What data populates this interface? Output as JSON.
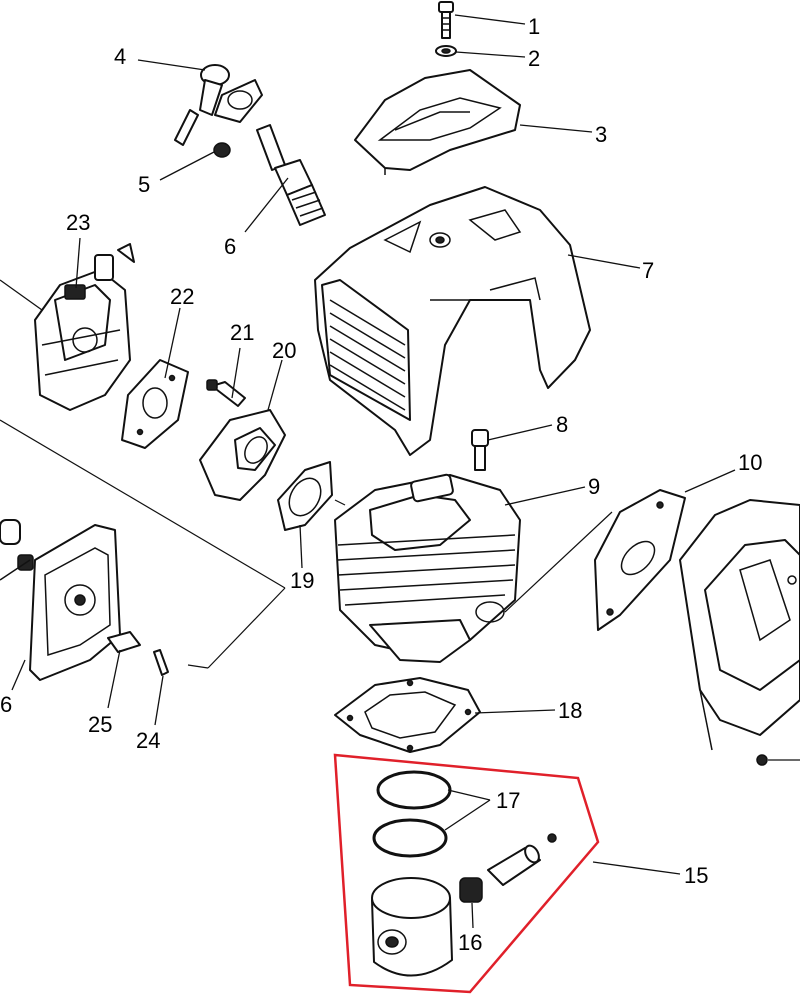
{
  "diagram": {
    "callouts": [
      {
        "key": "c1",
        "label": "1"
      },
      {
        "key": "c2",
        "label": "2"
      },
      {
        "key": "c3",
        "label": "3"
      },
      {
        "key": "c4",
        "label": "4"
      },
      {
        "key": "c5",
        "label": "5"
      },
      {
        "key": "c6",
        "label": "6"
      },
      {
        "key": "c6b",
        "label": "6"
      },
      {
        "key": "c7",
        "label": "7"
      },
      {
        "key": "c8",
        "label": "8"
      },
      {
        "key": "c9",
        "label": "9"
      },
      {
        "key": "c10",
        "label": "10"
      },
      {
        "key": "c15",
        "label": "15"
      },
      {
        "key": "c16",
        "label": "16"
      },
      {
        "key": "c17",
        "label": "17"
      },
      {
        "key": "c18",
        "label": "18"
      },
      {
        "key": "c19",
        "label": "19"
      },
      {
        "key": "c20",
        "label": "20"
      },
      {
        "key": "c21",
        "label": "21"
      },
      {
        "key": "c22",
        "label": "22"
      },
      {
        "key": "c23",
        "label": "23"
      },
      {
        "key": "c24",
        "label": "24"
      },
      {
        "key": "c25",
        "label": "25"
      }
    ],
    "highlight_color": "#e0202a",
    "line_color": "#111111"
  }
}
